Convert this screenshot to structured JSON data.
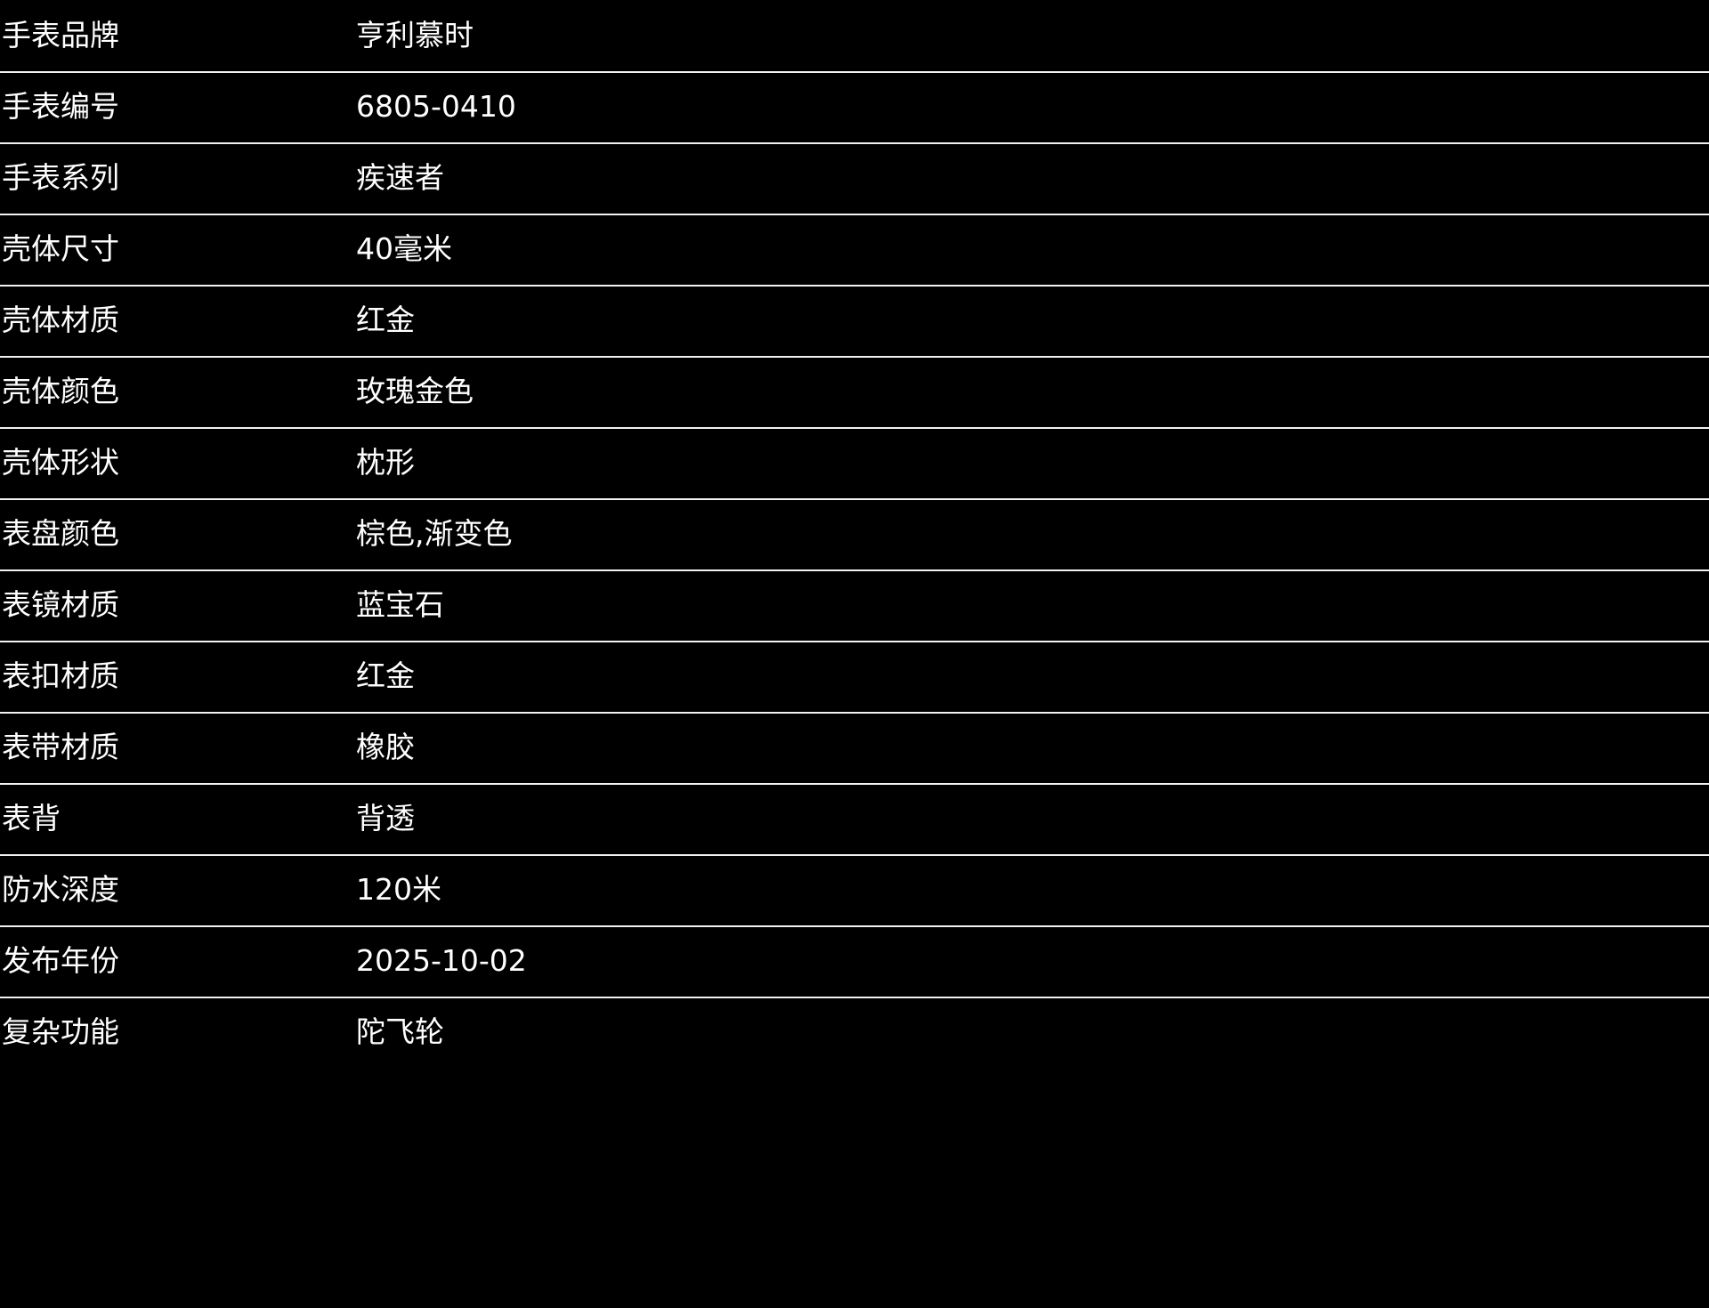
{
  "page": {
    "background_color": "#000000",
    "text_color": "#ffffff",
    "divider_color": "#f2f2f2"
  },
  "spec_table": {
    "rows": [
      {
        "label": "手表品牌",
        "value": "亨利慕时"
      },
      {
        "label": "手表编号",
        "value": "6805-0410"
      },
      {
        "label": "手表系列",
        "value": "疾速者"
      },
      {
        "label": "壳体尺寸",
        "value": "40毫米"
      },
      {
        "label": "壳体材质",
        "value": "红金"
      },
      {
        "label": "壳体颜色",
        "value": "玫瑰金色"
      },
      {
        "label": "壳体形状",
        "value": "枕形"
      },
      {
        "label": "表盘颜色",
        "value": "棕色,渐变色"
      },
      {
        "label": "表镜材质",
        "value": "蓝宝石"
      },
      {
        "label": "表扣材质",
        "value": "红金"
      },
      {
        "label": "表带材质",
        "value": "橡胶"
      },
      {
        "label": "表背",
        "value": "背透"
      },
      {
        "label": "防水深度",
        "value": "120米"
      },
      {
        "label": "发布年份",
        "value": "2025-10-02"
      },
      {
        "label": "复杂功能",
        "value": "陀飞轮"
      }
    ]
  }
}
